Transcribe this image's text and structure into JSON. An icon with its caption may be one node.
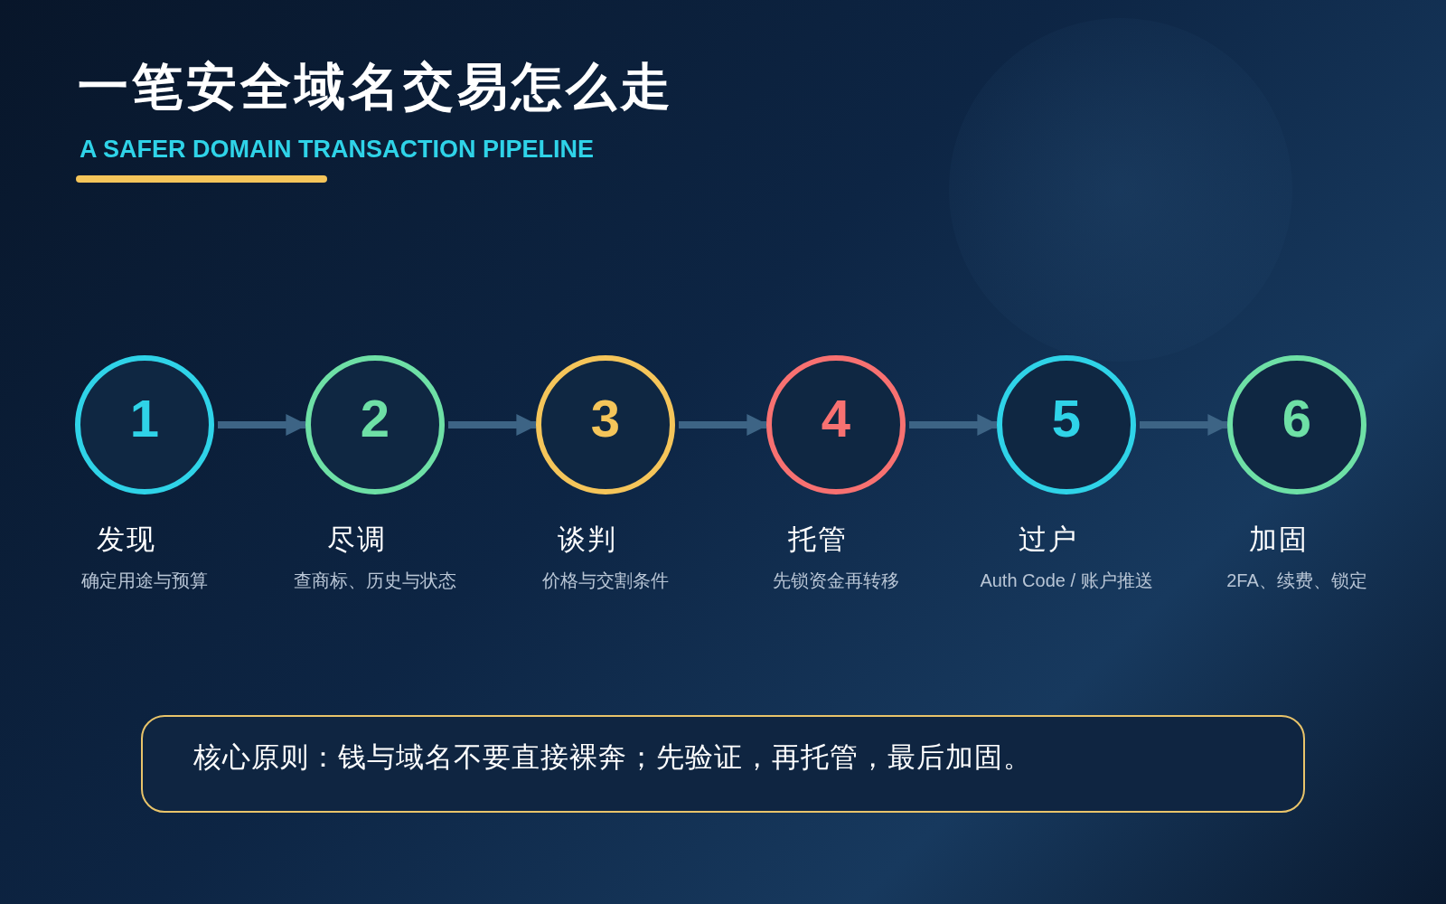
{
  "diagram": {
    "title": "一笔安全域名交易怎么走",
    "caption": "A SAFER DOMAIN TRANSACTION PIPELINE",
    "nodes": [
      {
        "text": [
          "1"
        ],
        "beside": [
          "发现",
          "确定用途与预算"
        ]
      },
      {
        "text": [
          "2"
        ],
        "beside": [
          "尽调",
          "查商标、历史与状态"
        ]
      },
      {
        "text": [
          "3"
        ],
        "beside": [
          "谈判",
          "价格与交割条件"
        ]
      },
      {
        "text": [
          "4"
        ],
        "beside": [
          "托管",
          "先锁资金再转移"
        ]
      },
      {
        "text": [
          "5"
        ],
        "beside": [
          "过户",
          "Auth Code / 账户推送"
        ]
      },
      {
        "text": [
          "6"
        ],
        "beside": [
          "加固",
          "2FA、续费、锁定"
        ]
      },
      {
        "text": [
          "核心原则：钱与域名不要直接裸奔；先验证，再托管，最后加固。"
        ]
      }
    ],
    "edges": [
      {
        "from": 0,
        "to": 1,
        "arrow": "to"
      },
      {
        "from": 1,
        "to": 2,
        "arrow": "to"
      },
      {
        "from": 2,
        "to": 3,
        "arrow": "to"
      },
      {
        "from": 3,
        "to": 4,
        "arrow": "to"
      },
      {
        "from": 4,
        "to": 5,
        "arrow": "to"
      }
    ]
  }
}
